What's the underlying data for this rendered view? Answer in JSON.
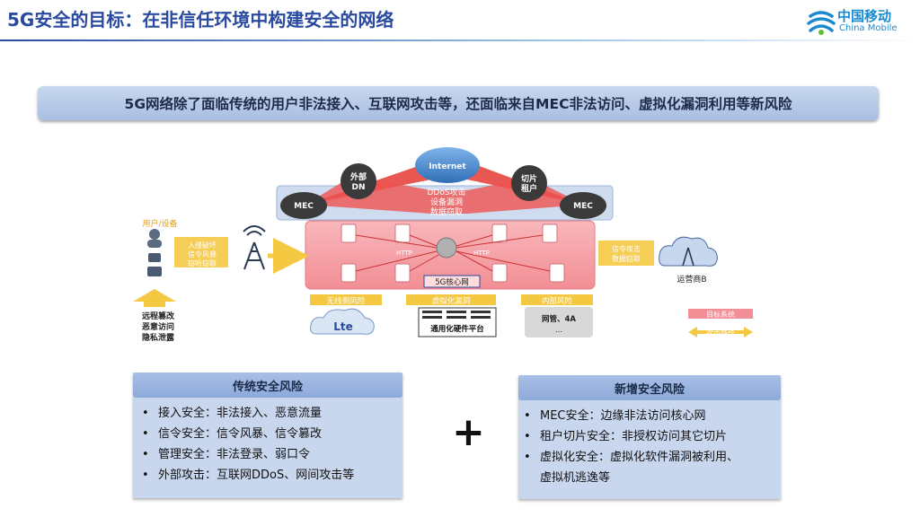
{
  "title": "5G安全的目标：在非信任环境中构建安全的网络",
  "logo": {
    "cn": "中国移动",
    "en": "China Mobile",
    "icon": "china-mobile-logo"
  },
  "banner": "5G网络除了面临传统的用户非法接入、互联网攻击等，还面临来自MEC非法访问、虚拟化漏洞利用等新风险",
  "diagram": {
    "user_label": "用户/设备",
    "access_risk": [
      "入侵破坏",
      "信令风暴",
      "窃听窃取"
    ],
    "user_threats": [
      "远程篡改",
      "恶意访问",
      "隐私泄露"
    ],
    "internet": "Internet",
    "external_dn": [
      "外部",
      "DN"
    ],
    "slice_tenant": [
      "切片",
      "租户"
    ],
    "mec_left": "MEC",
    "mec_right": "MEC",
    "red_risk": [
      "DDoS攻击",
      "设备漏洞",
      "数据窃取"
    ],
    "core_label": "5G核心网",
    "http_left": "HTTP",
    "http_right": "HTTP",
    "right_risk": [
      "信令攻击",
      "数据窃取"
    ],
    "operator_b": "运营商B",
    "bottom_tags": [
      "无线侧风险",
      "虚拟化漏洞",
      "内部风险"
    ],
    "lte_label": "Lte",
    "hw_label": "通用化硬件平台",
    "mgmt_label": "网管、4A",
    "mgmt_more": "…",
    "legend_target": "目标系统",
    "legend_attack": "攻击路径"
  },
  "traditional": {
    "title": "传统安全风险",
    "items": [
      "接入安全：非法接入、恶意流量",
      "信令安全：信令风暴、信令篡改",
      "管理安全：非法登录、弱口令",
      "外部攻击：互联网DDoS、网间攻击等"
    ]
  },
  "plus": "+",
  "new_risk": {
    "title": "新增安全风险",
    "items": [
      "MEC安全：边缘非法访问核心网",
      "租户切片安全：非授权访问其它切片",
      "虚拟化安全：虚拟化软件漏洞被利用、",
      "虚拟机逃逸等"
    ]
  },
  "colors": {
    "title": "#2a4aa0",
    "banner": "#b7cae8",
    "core": "#f6a3a8",
    "attack": "#e53935",
    "arrow": "#f5c842"
  }
}
